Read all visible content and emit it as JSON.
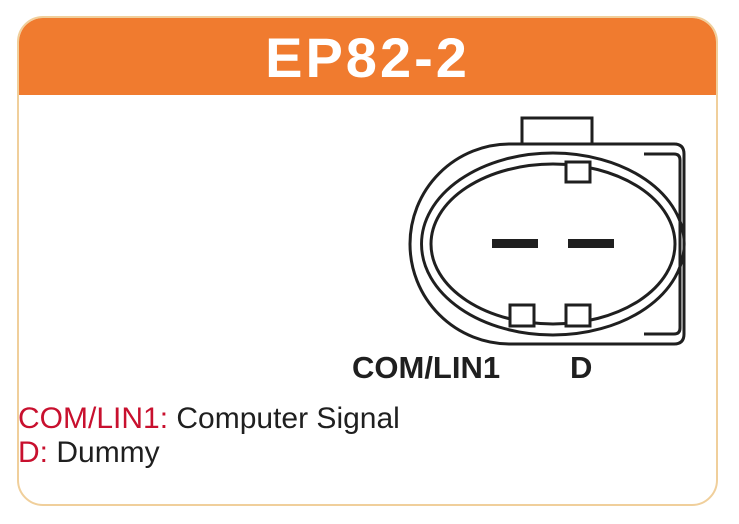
{
  "header": {
    "title": "EP82-2",
    "background_color": "#f07b2f",
    "text_color": "#ffffff"
  },
  "card": {
    "border_color": "#f0cf9b"
  },
  "connector": {
    "pin_labels": [
      "COM/LIN1",
      "D"
    ]
  },
  "legend": {
    "key_color": "#c8102e",
    "items": [
      {
        "key": "COM/LIN1:",
        "description": "Computer Signal"
      },
      {
        "key": "D:",
        "description": "Dummy"
      }
    ]
  }
}
